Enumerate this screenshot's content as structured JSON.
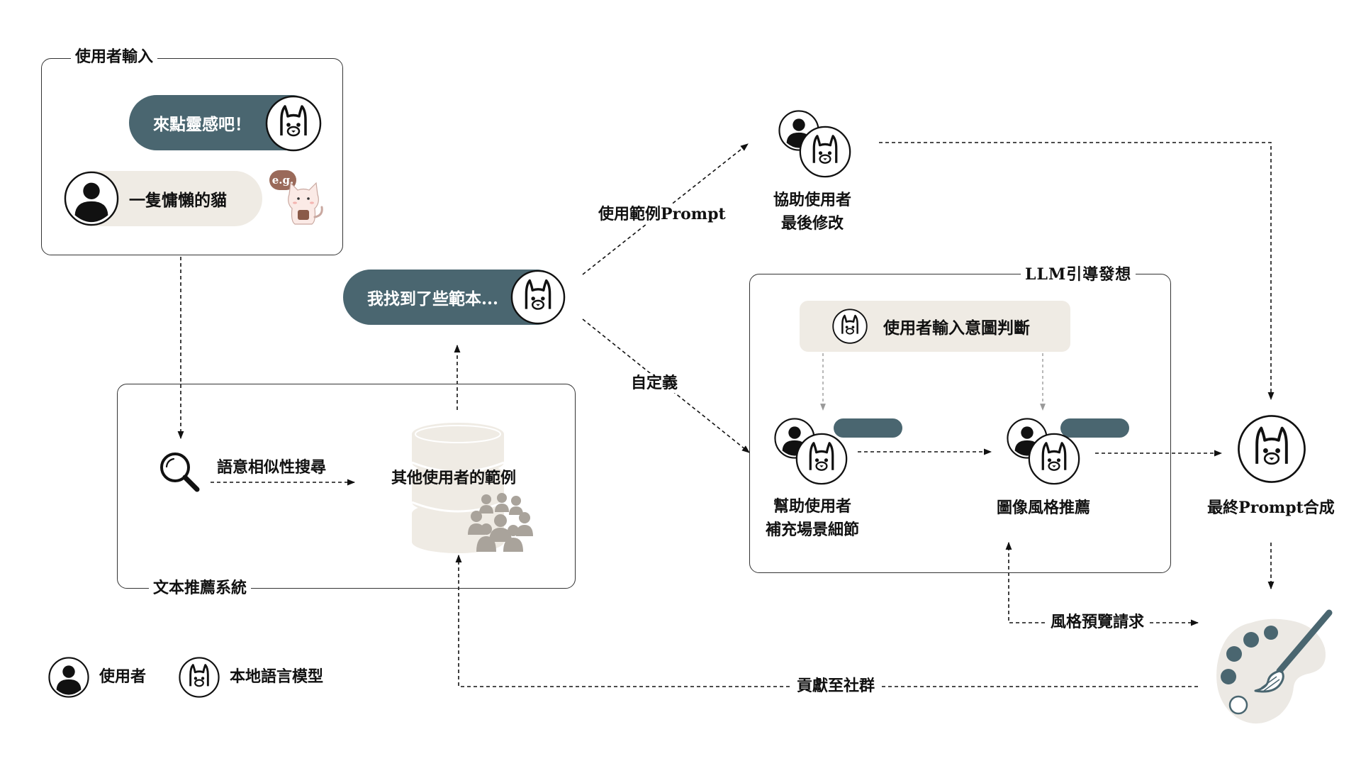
{
  "diagram": {
    "user_input_title": "使用者輸入",
    "bubble_inspire": "來點靈感吧！",
    "bubble_example": "一隻慵懶的貓",
    "eg_badge": "e.g.",
    "bubble_found": "我找到了些範本...",
    "semantic_search": "語意相似性搜尋",
    "other_examples": "其他使用者的範例",
    "rec_system_title": "文本推薦系統",
    "use_example_prompt": "使用範例Prompt",
    "custom": "自定義",
    "assist_final_edit": "協助使用者\n最後修改",
    "llm_guide_title": "LLM引導發想",
    "intent_judge": "使用者輸入意圖判斷",
    "scene_details": "幫助使用者\n補充場景細節",
    "image_style": "圖像風格推薦",
    "final_prompt": "最終Prompt合成",
    "style_preview": "風格預覽請求",
    "contribute": "貢獻至社群",
    "legend_user": "使用者",
    "legend_llm": "本地語言模型"
  },
  "colors": {
    "accent": "#4a6670",
    "light_pill": "#efebe4",
    "database": "#efebe4",
    "crowd": "#a9a39b",
    "palette": "#ece9e4"
  }
}
